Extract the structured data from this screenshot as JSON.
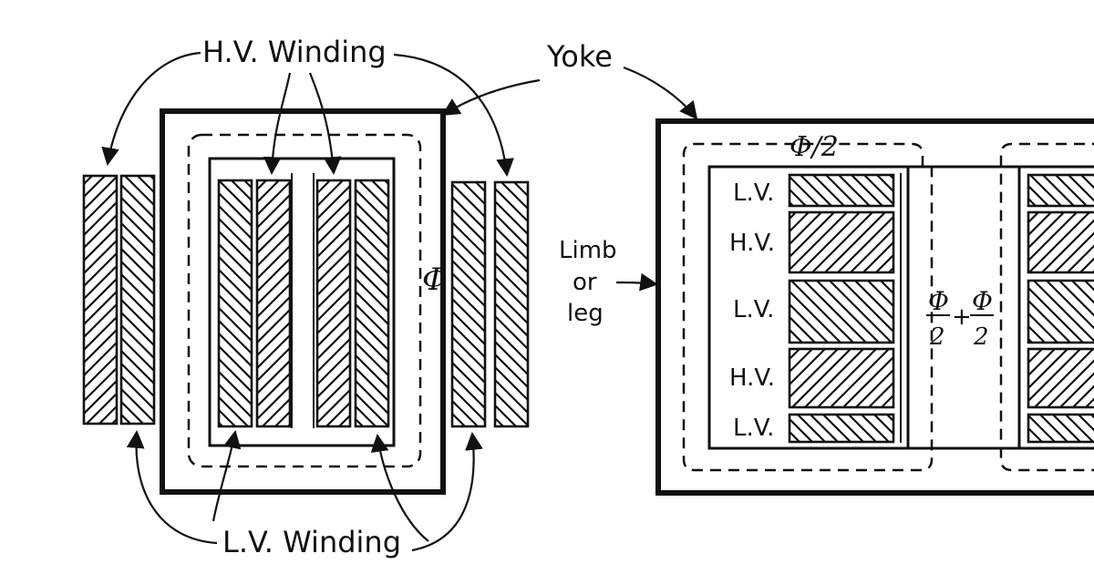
{
  "labels": {
    "hv_winding": "H.V. Winding",
    "lv_winding": "L.V. Winding",
    "yoke": "Yoke",
    "limb_line1": "Limb",
    "limb_line2": "or",
    "limb_line3": "leg",
    "flux_left": "Φ",
    "flux_half": "Φ/2",
    "flux_sum_num1": "Φ",
    "flux_sum_den1": "2",
    "flux_sum_plus": "+",
    "flux_sum_num2": "Φ",
    "flux_sum_den2": "2"
  },
  "layers": [
    "L.V.",
    "H.V.",
    "L.V.",
    "H.V.",
    "L.V."
  ]
}
